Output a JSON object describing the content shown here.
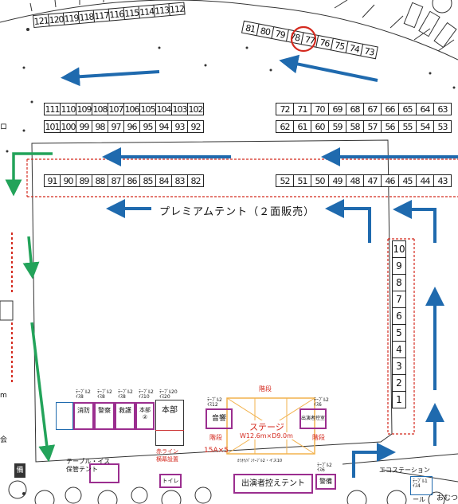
{
  "rows": {
    "top_left": [
      "121",
      "120",
      "119",
      "118",
      "117",
      "116",
      "115",
      "114",
      "113",
      "112"
    ],
    "top_right": [
      "81",
      "80",
      "79",
      "78",
      "77",
      "76",
      "75",
      "74",
      "73"
    ],
    "row_111": [
      "111",
      "110",
      "109",
      "108",
      "107",
      "106",
      "105",
      "104",
      "103",
      "102"
    ],
    "row_101": [
      "101",
      "100",
      "99",
      "98",
      "97",
      "96",
      "95",
      "94",
      "93",
      "92"
    ],
    "row_91": [
      "91",
      "90",
      "89",
      "88",
      "87",
      "86",
      "85",
      "84",
      "83",
      "82"
    ],
    "row_72": [
      "72",
      "71",
      "70",
      "69",
      "68",
      "67",
      "66",
      "65",
      "64",
      "63"
    ],
    "row_62": [
      "62",
      "61",
      "60",
      "59",
      "58",
      "57",
      "56",
      "55",
      "54",
      "53"
    ],
    "row_52": [
      "52",
      "51",
      "50",
      "49",
      "48",
      "47",
      "46",
      "45",
      "44",
      "43"
    ],
    "column_right": [
      "10",
      "9",
      "8",
      "7",
      "6",
      "5",
      "4",
      "3",
      "2",
      "1"
    ]
  },
  "highlighted_booth": "78",
  "labels": {
    "premium_tent": "プレミアムテント（２面販売）",
    "stage_title": "ステージ",
    "stage_size": "W12.6m×D9.0m",
    "stairs_top": "階段",
    "stairs_left": "階段",
    "stairs_right": "階段",
    "sound": "音響",
    "performer_tent_small": "出演者控室",
    "performer_tent": "出演者控えテント",
    "security_right": "警備",
    "headquarters": "本部",
    "headquarters2": "本部\n②",
    "fire": "消防",
    "police": "警察",
    "first_aid": "救護",
    "red_line": "赤ライン\n横幕設置",
    "toilet": "トイレ",
    "table_storage": "テーブル・イス\n保管テント",
    "eco_station": "エコステーション",
    "power": "15A×5",
    "stage_tables": "ｶﾗｵｹ/ﾊﾟﾝﾃｰﾌﾞﾙ2・イス10",
    "omu": "おむつ",
    "tiny_note_1": "ﾃｰﾌﾞﾙ2\nｲｽ8",
    "tiny_note_2": "ﾃｰﾌﾞﾙ2\nｲｽ8",
    "tiny_note_3": "ﾃｰﾌﾞﾙ2\nｲｽ8",
    "tiny_note_4": "ﾃｰﾌﾞﾙ2\nｲｽ10",
    "tiny_note_5": "ﾃｰﾌﾞﾙ20\nｲｽ20",
    "tiny_note_6": "ﾃｰﾌﾞﾙ2\nｲｽ12",
    "tiny_note_7": "ﾃｰﾌﾞﾙ2\nｲｽ6",
    "tiny_note_8": "ﾃｰﾌﾞﾙ2\nｲｽ6",
    "tiny_note_9": "ﾃｰﾌﾞﾙ1\nｲｽ4",
    "left_edge_1": "ロ",
    "left_edge_2": "会",
    "left_edge_3": "m",
    "left_edge_4": "備",
    "left_edge_5": "ール"
  },
  "colors": {
    "flow_arrow": "#1f6aae",
    "green_arrow": "#23a35a",
    "dashed_boundary": "#d42a1f",
    "highlight_circle": "#d42a1f",
    "stage_structure": "#f2b24d",
    "tent_outline": "#9b2e8f"
  }
}
